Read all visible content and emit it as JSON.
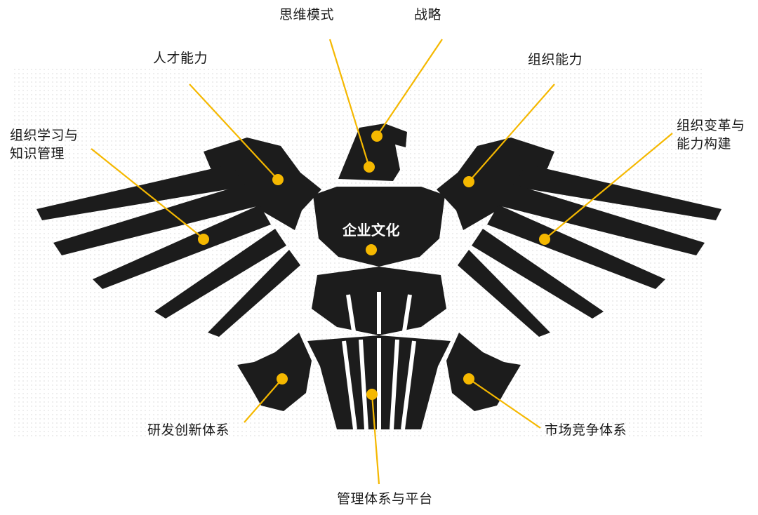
{
  "center_label": "企业文化",
  "accent_color": "#f5b800",
  "eagle_color": "#1c1c1c",
  "labels": {
    "thinking_mode": "思维模式",
    "strategy": "战略",
    "talent": "人才能力",
    "org_capability": "组织能力",
    "org_learning": "组织学习与\n知识管理",
    "org_change": "组织变革与\n能力构建",
    "rd_innovation": "研发创新体系",
    "market_competition": "市场竞争体系",
    "management_platform": "管理体系与平台"
  }
}
